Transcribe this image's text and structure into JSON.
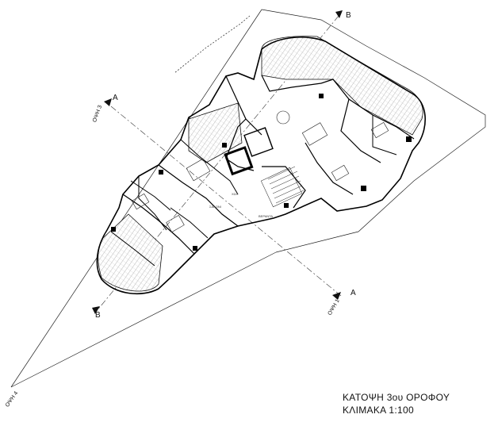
{
  "drawing": {
    "title": "ΚΑΤΟΨΗ 3ου ΟΡΟΦΟΥ",
    "scale": "ΚΛΙΜΑΚΑ 1:100"
  },
  "sections": {
    "a_top": "A",
    "a_bottom": "A",
    "b_top": "B",
    "b_bottom": "B"
  },
  "views": {
    "view_1": "ΟΨΗ 1",
    "view_3": "ΟΨΗ 3",
    "view_4": "ΟΨΗ 4"
  },
  "room_labels": {
    "lobby": "ΧΩΛ",
    "balcony": "ΒΕΡΑΝΤΑ",
    "living": "ΣΑΛΟΝΙ"
  },
  "colors": {
    "line": "#111111",
    "wall": "#000000",
    "hatch": "#9a9a9a"
  }
}
